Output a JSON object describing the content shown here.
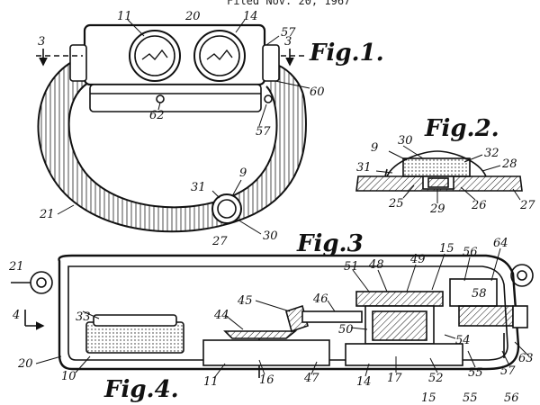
{
  "header": {
    "filed": "Filed Nov. 20, 1967"
  },
  "figures": {
    "fig1": "Fig.1.",
    "fig2": "Fig.2.",
    "fig3": "Fig.3",
    "fig4": "Fig.4."
  },
  "refs": {
    "r11": "11",
    "r20": "20",
    "r14": "14",
    "r57a": "57",
    "r3a": "3",
    "r3b": "3",
    "r60": "60",
    "r62": "62",
    "r57b": "57",
    "r9a": "9",
    "r31a": "31",
    "r21a": "21",
    "r27a": "27",
    "r30a": "30",
    "r9b": "9",
    "r30b": "30",
    "r32": "32",
    "r31b": "31",
    "r28": "28",
    "r25": "25",
    "r29": "29",
    "r26": "26",
    "r27b": "27",
    "r21b": "21",
    "r51": "51",
    "r48": "48",
    "r49": "49",
    "r15a": "15",
    "r56a": "56",
    "r64": "64",
    "r4": "4",
    "r33": "33",
    "r45": "45",
    "r46": "46",
    "r58": "58",
    "r44": "44",
    "r50": "50",
    "r54": "54",
    "r20b": "20",
    "r10": "10",
    "r11b": "11",
    "r16": "16",
    "r47": "47",
    "r14b": "14",
    "r17": "17",
    "r52": "52",
    "r55a": "55",
    "r57c": "57",
    "r63": "63",
    "r15b": "15",
    "r55b": "55",
    "r56b": "56"
  }
}
